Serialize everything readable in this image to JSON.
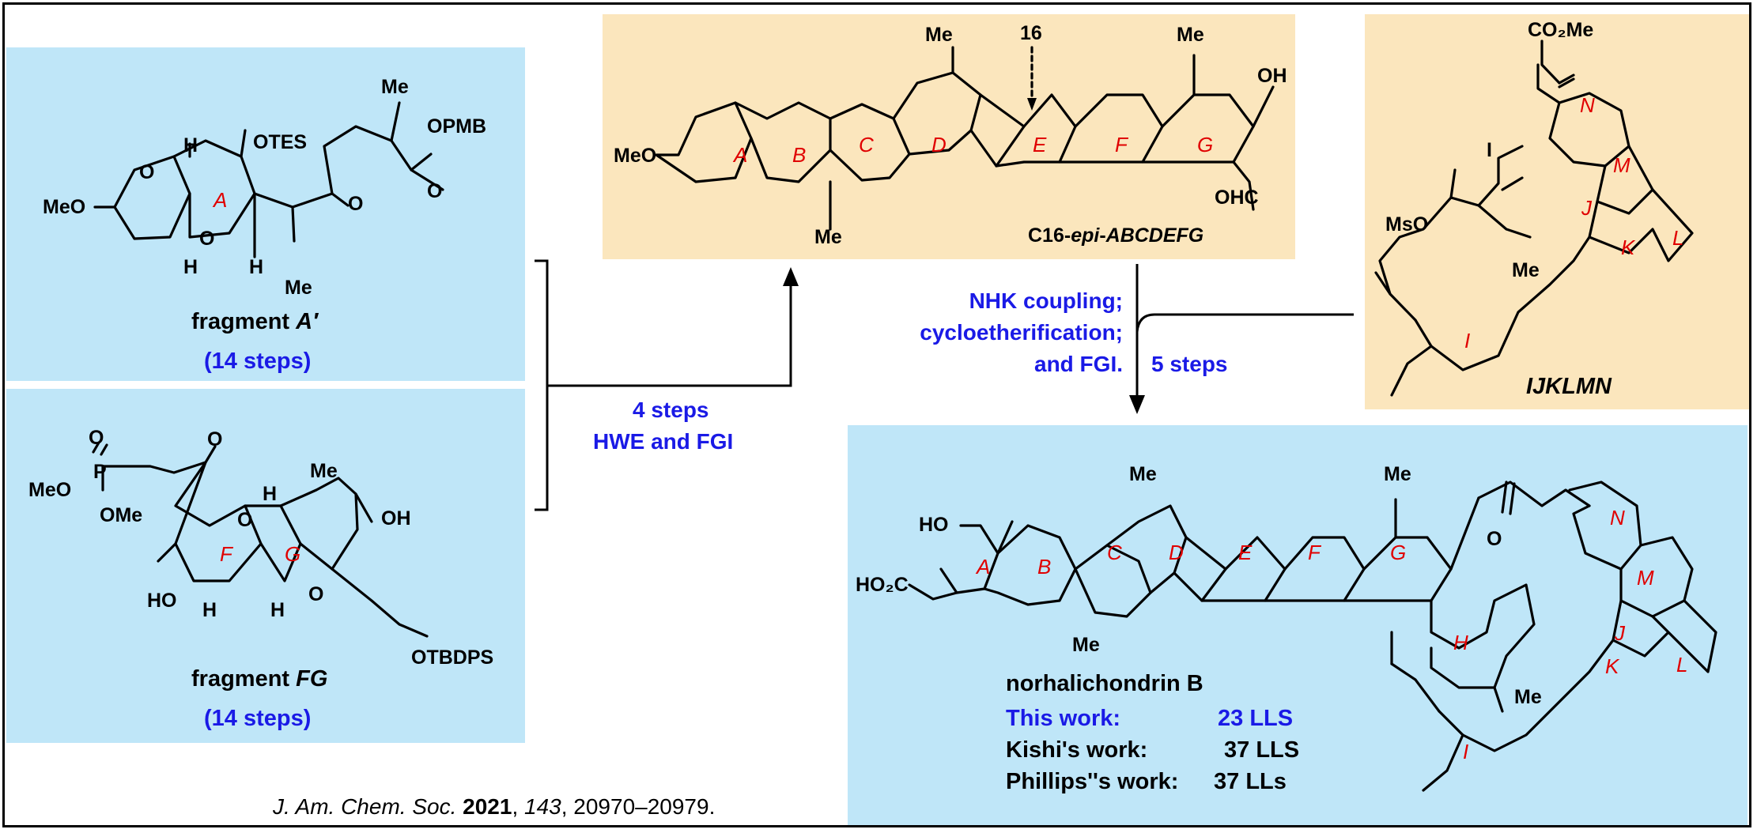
{
  "colors": {
    "blue_panel": "#bfe6f8",
    "tan_panel": "#fbe6bd",
    "condition_text": "#1a1ae6",
    "ring_label": "#e00000"
  },
  "fragment_a": {
    "name": "fragment A′",
    "name_plain": "fragment ",
    "name_italic": "A′",
    "steps": "(14 steps)",
    "labels": {
      "otes": "OTES",
      "opmb": "OPMB",
      "me_top": "Me",
      "me_bottom": "Me",
      "meo": "MeO",
      "ring_a": "A",
      "h1": "H",
      "h2": "H",
      "h3": "H",
      "o_ketone": "O",
      "o_ald": "O",
      "o_ring1": "O",
      "o_ring2": "O"
    }
  },
  "fragment_fg": {
    "name_plain": "fragment ",
    "name_italic": "FG",
    "steps": "(14 steps)",
    "labels": {
      "meo": "MeO",
      "p": "P",
      "o_p": "O",
      "ome": "OMe",
      "o_ketone": "O",
      "me": "Me",
      "oh": "OH",
      "ho": "HO",
      "otbdps": "OTBDPS",
      "ring_f": "F",
      "ring_g": "G",
      "h1": "H",
      "h2": "H",
      "h3": "H",
      "o1": "O",
      "o2": "O"
    }
  },
  "step1": {
    "line1": "4 steps",
    "line2": "HWE and FGI"
  },
  "abcdefg": {
    "name_prefix": "C16-",
    "name_epi": "epi",
    "name_dash": "-",
    "name_rings": "ABCDEFG",
    "c16_label": "16",
    "labels": {
      "meo": "MeO",
      "me1": "Me",
      "me2": "Me",
      "me3": "Me",
      "oh": "OH",
      "ohc": "OHC",
      "ring_a": "A",
      "ring_b": "B",
      "ring_c": "C",
      "ring_d": "D",
      "ring_e": "E",
      "ring_f": "F",
      "ring_g": "G"
    }
  },
  "ijklmn": {
    "name": "IJKLMN",
    "labels": {
      "co2me": "CO₂Me",
      "mso": "MsO",
      "i": "I",
      "me": "Me",
      "ring_n": "N",
      "ring_m": "M",
      "ring_j": "J",
      "ring_k": "K",
      "ring_l": "L",
      "ring_i": "I"
    }
  },
  "step2": {
    "left_lines": [
      "NHK coupling;",
      "cycloetherification;",
      "and FGI."
    ],
    "right": "5 steps"
  },
  "product": {
    "name": "norhalichondrin B",
    "labels": {
      "ho": "HO",
      "ho2c": "HO₂C",
      "me1": "Me",
      "me2": "Me",
      "me3": "Me",
      "me4": "Me",
      "o_ester": "O",
      "ring_a": "A",
      "ring_b": "B",
      "ring_c": "C",
      "ring_d": "D",
      "ring_e": "E",
      "ring_f": "F",
      "ring_g": "G",
      "ring_h": "H",
      "ring_i": "I",
      "ring_j": "J",
      "ring_k": "K",
      "ring_l": "L",
      "ring_m": "M",
      "ring_n": "N"
    },
    "comparison": [
      {
        "label": "This work:",
        "value": "23 LLS",
        "highlight": true
      },
      {
        "label": "Kishi's work:",
        "value": "37 LLS",
        "highlight": false
      },
      {
        "label": "Phillips''s work:",
        "value": "37 LLs",
        "highlight": false
      }
    ]
  },
  "reference": {
    "journal": "J. Am. Chem. Soc.",
    "year": "2021",
    "volume": "143",
    "pages": ", 20970–20979."
  }
}
